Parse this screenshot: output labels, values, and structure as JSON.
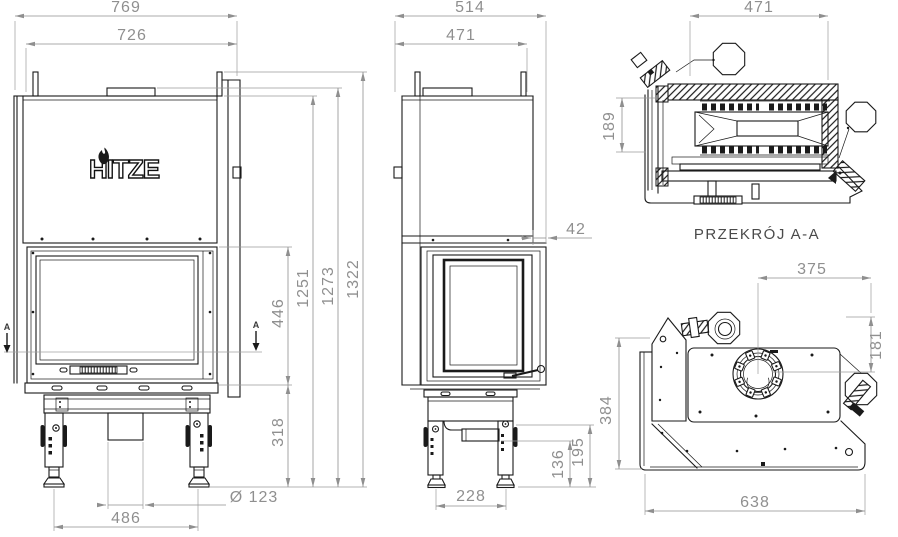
{
  "colors": {
    "line": "#1a1a1a",
    "dim": "#8f8f8f"
  },
  "brand": {
    "logo_text": "HITZE"
  },
  "front_view": {
    "dims": {
      "overall_width": "769",
      "body_width": "726",
      "glass_height": "446",
      "height_1": "1251",
      "height_2": "1273",
      "height_3": "1322",
      "base_height": "318",
      "duct_diameter": "Ø 123",
      "feet_spacing": "486"
    },
    "section_marker": "A"
  },
  "side_view": {
    "dims": {
      "overall_depth": "514",
      "body_depth": "471",
      "door_offset": "42",
      "duct_height": "136",
      "plinth_height": "195",
      "feet_spacing": "228"
    }
  },
  "section_view": {
    "label": "PRZEKRÓJ A-A",
    "dims": {
      "width": "471",
      "depth": "189"
    }
  },
  "top_view": {
    "dims": {
      "flue_offset_x": "375",
      "flue_offset_y": "181",
      "depth": "384",
      "width": "638"
    }
  }
}
